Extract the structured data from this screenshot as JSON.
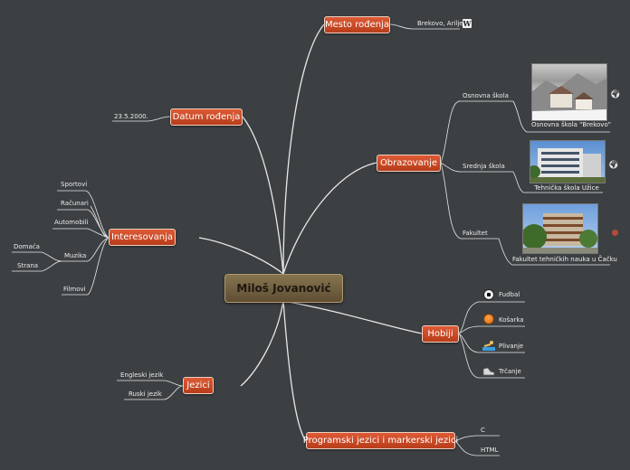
{
  "center": {
    "label": "Miloš Jovanović"
  },
  "mesto": {
    "label": "Mesto rođenja",
    "value": "Brekovo, Arilje",
    "icon": "wikipedia-icon"
  },
  "datum": {
    "label": "Datum rođenja",
    "value": "23.5.2000."
  },
  "obrazovanje": {
    "label": "Obrazovanje",
    "items": [
      {
        "label": "Osnovna škola",
        "caption": "Osnovna škola \"Brekovo\"",
        "icon": "globe-icon"
      },
      {
        "label": "Srednja škola",
        "caption": "Tehnička škola Užice",
        "icon": "globe-icon"
      },
      {
        "label": "Fakultet",
        "caption": "Fakultet tehničkih nauka u Čačku",
        "icon": "link-icon"
      }
    ]
  },
  "interesovanja": {
    "label": "Interesovanja",
    "items": [
      "Sportovi",
      "Računari",
      "Automobili",
      "Muzika",
      "Filmovi"
    ],
    "muzika": [
      "Domaća",
      "Strana"
    ]
  },
  "hobiji": {
    "label": "Hobiji",
    "items": [
      {
        "label": "Fudbal",
        "icon": "soccer-ball-icon"
      },
      {
        "label": "Košarka",
        "icon": "basketball-icon"
      },
      {
        "label": "Plivanje",
        "icon": "swimming-icon"
      },
      {
        "label": "Trčanje",
        "icon": "running-shoe-icon"
      }
    ]
  },
  "jezici": {
    "label": "Jezici",
    "items": [
      "Engleski jezik",
      "Ruski jezik"
    ]
  },
  "programski": {
    "label": "Programski jezici i markerski jezici",
    "items": [
      "C",
      "HTML"
    ]
  }
}
